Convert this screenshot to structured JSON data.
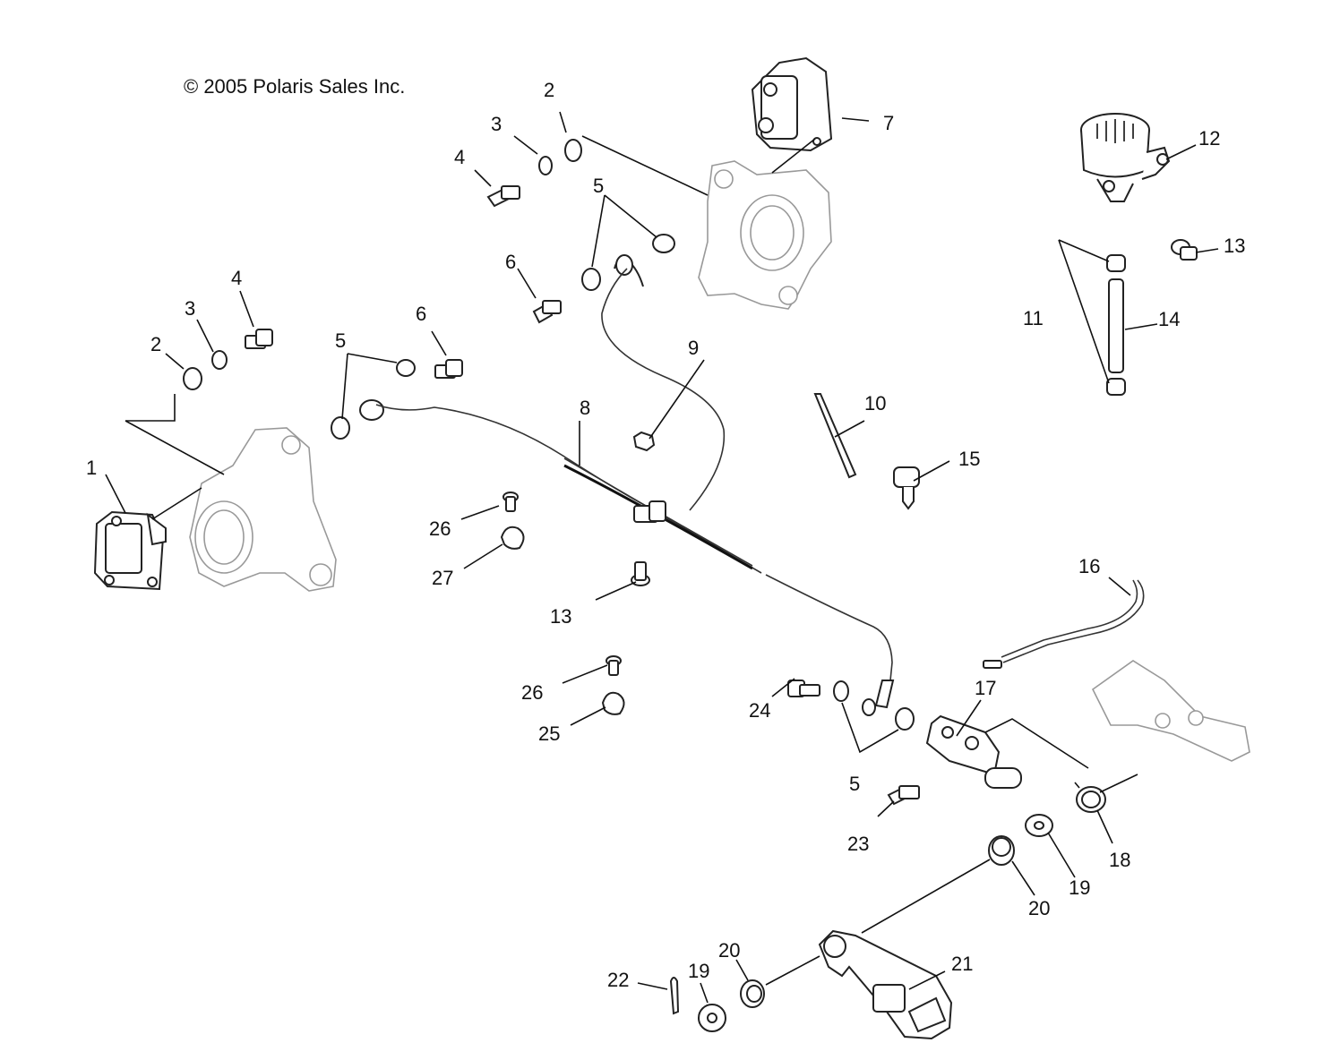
{
  "copyright": "© 2005 Polaris Sales Inc.",
  "callouts": {
    "c1": "1",
    "c2a": "2",
    "c3a": "3",
    "c4a": "4",
    "c5a": "5",
    "c6a": "6",
    "c2b": "2",
    "c3b": "3",
    "c4b": "4",
    "c5b": "5",
    "c6b": "6",
    "c7": "7",
    "c8": "8",
    "c9": "9",
    "c10": "10",
    "c11": "11",
    "c12": "12",
    "c13a": "13",
    "c13b": "13",
    "c14": "14",
    "c15": "15",
    "c16": "16",
    "c17": "17",
    "c18": "18",
    "c19a": "19",
    "c19b": "19",
    "c20a": "20",
    "c20b": "20",
    "c21": "21",
    "c22": "22",
    "c23": "23",
    "c24": "24",
    "c25": "25",
    "c26a": "26",
    "c26b": "26",
    "c27": "27",
    "c5c": "5"
  }
}
